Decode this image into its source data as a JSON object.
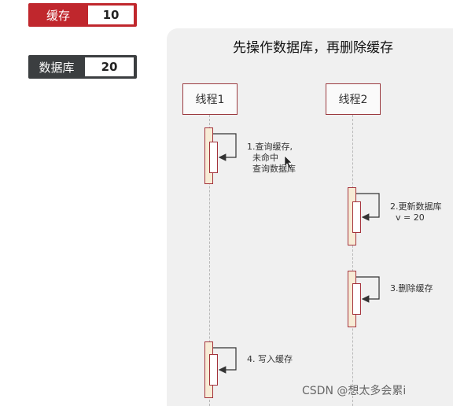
{
  "cache": {
    "label": "缓存",
    "value": "10"
  },
  "database": {
    "label": "数据库",
    "value": "20"
  },
  "diagram": {
    "title": "先操作数据库，再删除缓存",
    "thread1": "线程1",
    "thread2": "线程2",
    "steps": [
      {
        "text": "1.查询缓存,\n  未命中\n  查询数据库"
      },
      {
        "text": "2.更新数据库\n  v = 20"
      },
      {
        "text": "3.删除缓存"
      },
      {
        "text": "4. 写入缓存"
      }
    ]
  },
  "watermark": "CSDN @想太多会累i"
}
